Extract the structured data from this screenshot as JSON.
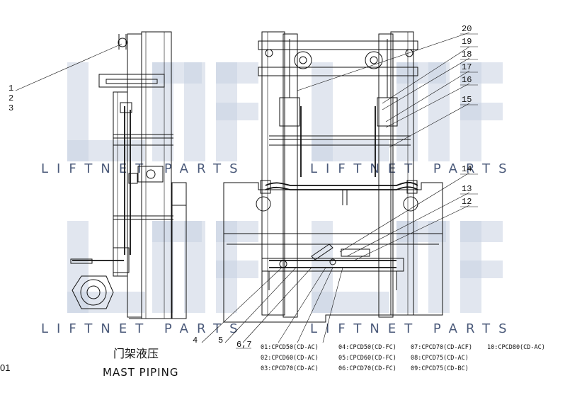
{
  "title_cn": "门架液压",
  "title_en": "MAST PIPING",
  "page_code": "01",
  "watermark_text": "LIFTNET PARTS",
  "watermark_logo": "LNP",
  "callouts": {
    "c1": "1",
    "c2": "2",
    "c3": "3",
    "c12": "12",
    "c13": "13",
    "c14": "14",
    "c15": "15",
    "c16": "16",
    "c17": "17",
    "c18": "18",
    "c19": "19",
    "c20": "20",
    "c4": "4",
    "c5": "5",
    "c67": "6,7"
  },
  "models": [
    "01:CPCD50(CD-AC)",
    "02:CPCD60(CD-AC)",
    "03:CPCD70(CD-AC)",
    "04:CPCD50(CD-FC)",
    "05:CPCD60(CD-FC)",
    "06:CPCD70(CD-FC)",
    "07:CPCD70(CD-ACF)",
    "08:CPCD75(CD-AC)",
    "09:CPCD75(CD-BC)",
    "10:CPCD80(CD-AC)"
  ],
  "colors": {
    "line": "#111111",
    "watermark": "#c9d2e2",
    "watermark_text": "#4b5a7a"
  }
}
